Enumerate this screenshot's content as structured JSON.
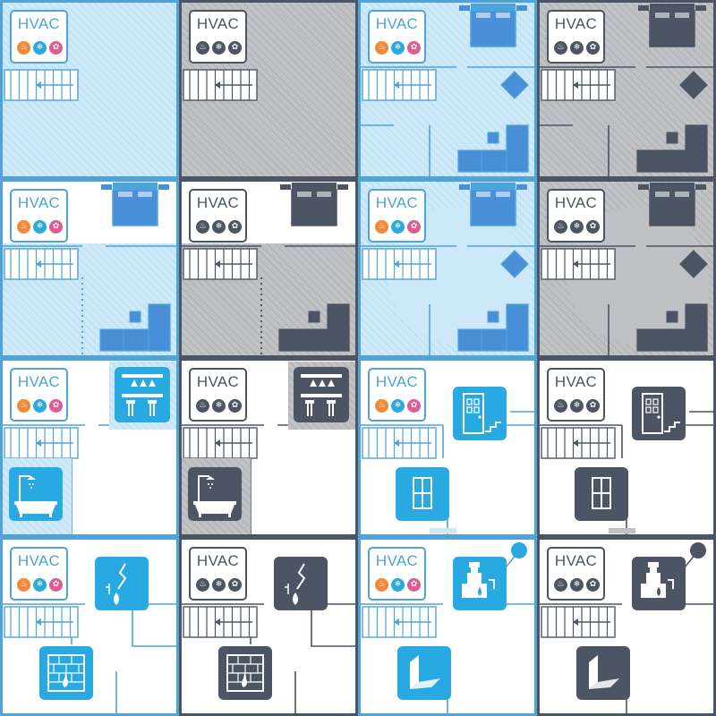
{
  "badge_label": "HVAC",
  "badge_icons": [
    "flame-icon",
    "snowflake-icon",
    "fan-icon"
  ],
  "colors": {
    "blue": "#4fa3d9",
    "blue_fill": "#4a90d9",
    "blue_light": "#cde9f8",
    "slate": "#4b5563",
    "slate_light": "#bfc1c4",
    "cyan_icon": "#29a9e1",
    "badge_flame": "#f08a3a",
    "badge_snow": "#2aa8e0",
    "badge_fan": "#e25a94",
    "badge_mono": "#4b5563"
  },
  "tiles": [
    {
      "scheme": "blue",
      "scene": "empty-room"
    },
    {
      "scheme": "gray",
      "scene": "empty-room"
    },
    {
      "scheme": "blue",
      "scene": "full-room"
    },
    {
      "scheme": "gray",
      "scene": "full-room"
    },
    {
      "scheme": "blue",
      "scene": "partial-room"
    },
    {
      "scheme": "gray",
      "scene": "partial-room"
    },
    {
      "scheme": "blue",
      "scene": "blob-room"
    },
    {
      "scheme": "gray",
      "scene": "blob-room"
    },
    {
      "scheme": "blue",
      "scene": "bar-bath"
    },
    {
      "scheme": "gray",
      "scene": "bar-bath"
    },
    {
      "scheme": "blue",
      "scene": "door-window"
    },
    {
      "scheme": "gray",
      "scene": "door-window"
    },
    {
      "scheme": "blue",
      "scene": "crack-wall"
    },
    {
      "scheme": "gray",
      "scene": "crack-wall"
    },
    {
      "scheme": "blue",
      "scene": "pump-basement"
    },
    {
      "scheme": "gray",
      "scene": "pump-basement"
    }
  ]
}
